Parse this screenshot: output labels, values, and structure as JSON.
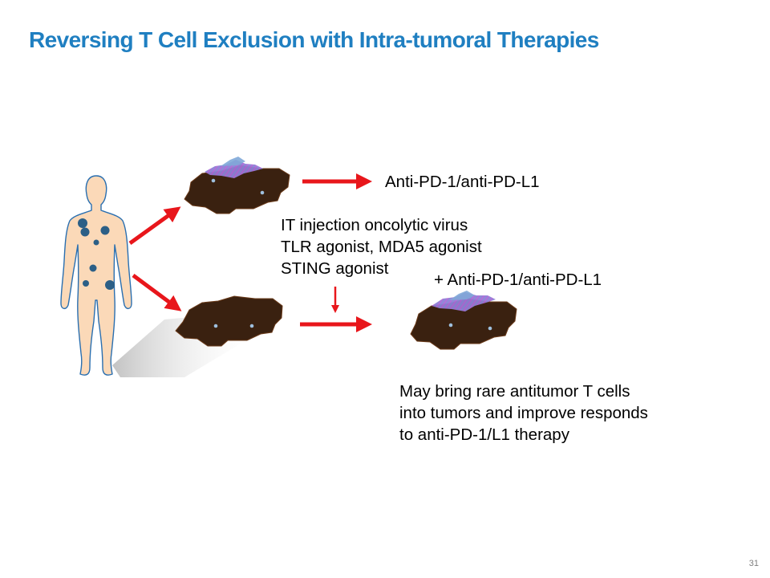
{
  "slide": {
    "title": "Reversing T Cell Exclusion with Intra-tumoral Therapies",
    "page_number": "31"
  },
  "diagram": {
    "top_outcome_label": "Anti-PD-1/anti-PD-L1",
    "treatment_lines": [
      "IT injection oncolytic virus",
      "TLR agonist, MDA5 agonist",
      "STING agonist"
    ],
    "bottom_outcome_label": "+ Anti-PD-1/anti-PD-L1",
    "conclusion_lines": [
      "May bring rare antitumor T cells",
      "into tumors and improve responds",
      "to anti-PD-1/L1 therapy"
    ],
    "colors": {
      "title": "#1f7fc1",
      "arrow": "#e8161b",
      "tumor": "#3a2110",
      "body": "#fbd9b8",
      "body_outline": "#2a6fb0",
      "lesion": "#2c5f86",
      "t_cells": "#a24ccf",
      "t_cells_alt": "#7fa8d8"
    },
    "icons": [
      "human-body-icon",
      "tumor-icon",
      "t-cell-cluster-icon",
      "arrow-icon"
    ]
  }
}
